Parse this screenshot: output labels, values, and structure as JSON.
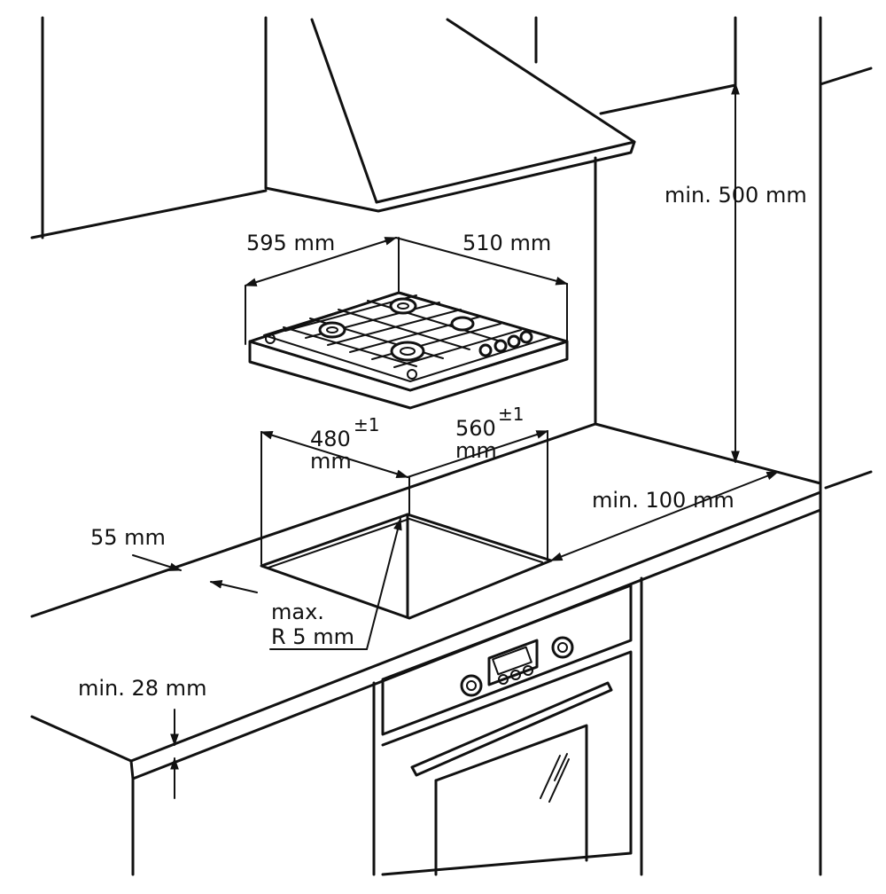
{
  "labels": {
    "hood_clearance": "min. 500 mm",
    "hob_width": "595 mm",
    "hob_depth": "510 mm",
    "cutout_depth_value": "480",
    "cutout_depth_tol": "±1",
    "cutout_depth_unit": "mm",
    "cutout_width_value": "560",
    "cutout_width_tol": "±1",
    "cutout_width_unit": "mm",
    "wall_clearance": "min. 100 mm",
    "front_edge": "55 mm",
    "corner_radius_line1": "max.",
    "corner_radius_line2": "R 5 mm",
    "worktop_thickness": "min. 28 mm"
  }
}
